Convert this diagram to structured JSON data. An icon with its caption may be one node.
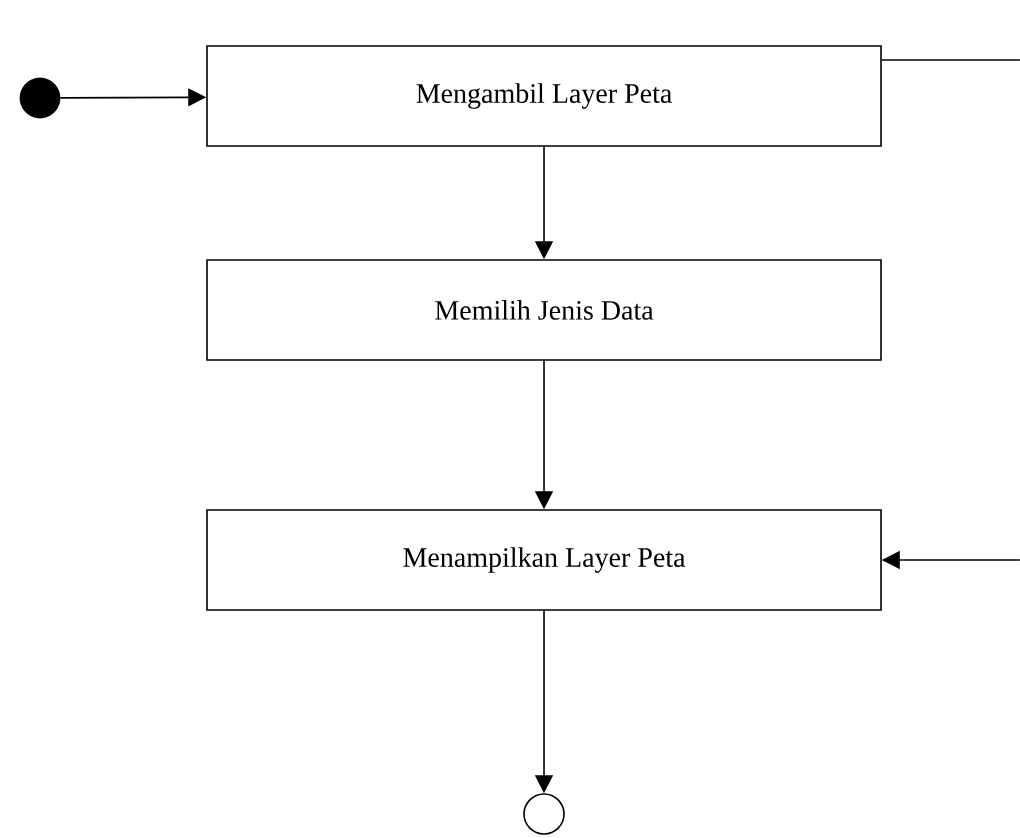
{
  "diagram": {
    "nodes": [
      {
        "text": [],
        "shape": "circle"
      },
      {
        "text": [
          "Mengambil Layer Peta"
        ]
      },
      {
        "text": [
          "Memilih Jenis Data"
        ]
      },
      {
        "text": [
          "Menampilkan Layer Peta"
        ]
      },
      {
        "text": [],
        "shape": "circle"
      }
    ],
    "edges": [
      {
        "from": 0,
        "to": 1,
        "arrow": "to"
      },
      {
        "from": 1,
        "to": 2,
        "arrow": "to"
      },
      {
        "from": 2,
        "to": 3,
        "arrow": "to"
      },
      {
        "from": 3,
        "to": 4,
        "arrow": "to"
      },
      {
        "from": 1,
        "to": null,
        "arrow": "none"
      },
      {
        "from": null,
        "to": 3,
        "arrow": "to"
      }
    ]
  }
}
